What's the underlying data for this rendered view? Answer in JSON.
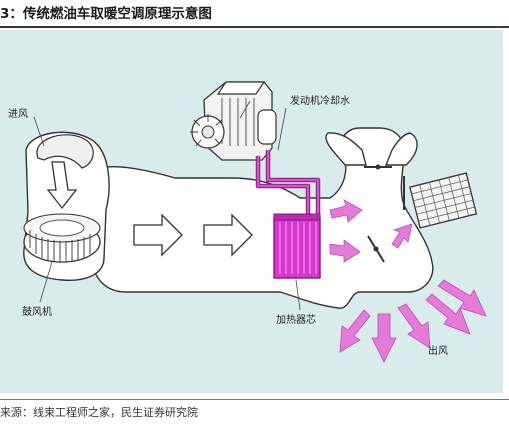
{
  "title": "3：传统燃油车取暖空调原理示意图",
  "labels": {
    "air_in": "进风",
    "coolant": "发动机冷却水",
    "blower": "鼓风机",
    "heater_core": "加热器芯",
    "air_out": "出风"
  },
  "source": "来源：线束工程师之家，民生证券研究院",
  "colors": {
    "background": "#d9ecec",
    "duct": "#ffffff",
    "coolant_pipe": "#a31f96",
    "heater_core": "#d936d1",
    "airflow_arrow": "#e57ad8"
  }
}
